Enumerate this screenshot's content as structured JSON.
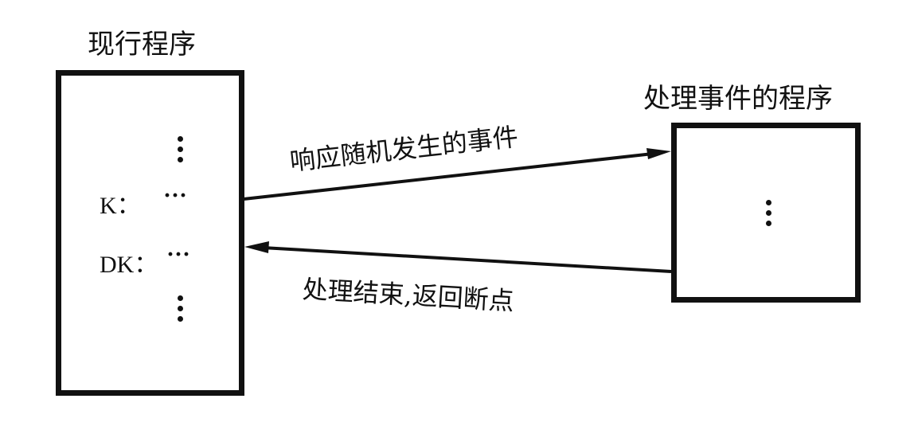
{
  "left_block": {
    "title": "现行程序",
    "lines": [
      {
        "label": "K：",
        "content": "···"
      },
      {
        "label": "DK：",
        "content": "···"
      }
    ]
  },
  "right_block": {
    "title": "处理事件的程序"
  },
  "arrows": {
    "call": {
      "label": "响应随机发生的事件",
      "from": "现行程序",
      "to": "处理事件的程序"
    },
    "return": {
      "label": "处理结束,返回断点",
      "from": "处理事件的程序",
      "to": "现行程序"
    }
  }
}
